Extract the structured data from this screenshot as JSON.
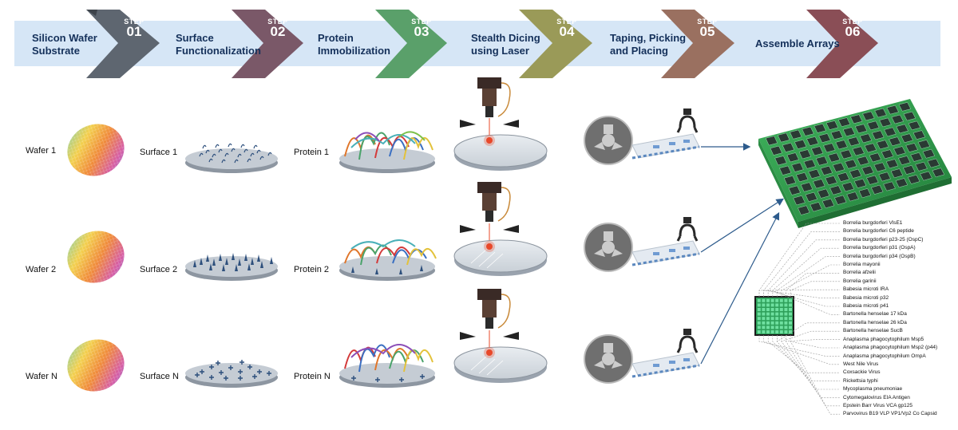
{
  "steps": [
    {
      "tag": "STEP",
      "num": "01",
      "label_1": "Silicon Wafer",
      "label_2": "Substrate",
      "color": "#5e6670"
    },
    {
      "tag": "STEP",
      "num": "02",
      "label_1": "Surface",
      "label_2": "Functionalization",
      "color": "#7a5868"
    },
    {
      "tag": "STEP",
      "num": "03",
      "label_1": "Protein",
      "label_2": "Immobilization",
      "color": "#5aa06a"
    },
    {
      "tag": "STEP",
      "num": "04",
      "label_1": "Stealth Dicing",
      "label_2": "using Laser",
      "color": "#9a9a58"
    },
    {
      "tag": "STEP",
      "num": "05",
      "label_1": "Taping, Picking",
      "label_2": "and Placing",
      "color": "#9a7060"
    },
    {
      "tag": "STEP",
      "num": "06",
      "label_1": "Assemble Arrays",
      "label_2": "",
      "color": "#8a4e56"
    }
  ],
  "rows": [
    {
      "wafer": "Wafer 1",
      "surface": "Surface 1",
      "protein": "Protein 1"
    },
    {
      "wafer": "Wafer 2",
      "surface": "Surface 2",
      "protein": "Protein 2"
    },
    {
      "wafer": "Wafer N",
      "surface": "Surface N",
      "protein": "Protein N"
    }
  ],
  "antigens": [
    "Borrelia burgdorferi VlsE1",
    "Borrelia burgdorferi C6 peptide",
    "Borrelia burgdorferi p23-25 (OspC)",
    "Borrelia burgdorferi p31 (OspA)",
    "Borrelia burgdorferi p34 (OspB)",
    "Borrelia mayonii",
    "Borrelia afzelii",
    "Borrelia garinii",
    "Babesia microti IRA",
    "Babesia microti p32",
    "Babesia microti p41",
    "Bartonella henselae 17 kDa",
    "Bartonella henselae 26 kDa",
    "Bartonella henselae SucB",
    "Anaplasma phagocytophilum Msp5",
    "Anaplasma phagocytophilum Msp2 (p44)",
    "Anaplasma phagocytophilum OmpA",
    "West Nile Virus",
    "Coxsackie Virus",
    "Rickettsia typhi",
    "Mycoplasma pneumoniae",
    "Cytomegalovirus EIA Antigen",
    "Epstein Barr Virus VCA gp125",
    "Parvovirus B19 VLP VP1/Vp2 Co Capsid"
  ],
  "colors": {
    "banner": "#d6e6f6",
    "title_text": "#14305a",
    "disk": "#9aa3ae",
    "surface_marks": "#2d4f7c",
    "arrow": "#2d5b8c",
    "laser": "#e8482a",
    "board": "#2f9a4a"
  },
  "icons": [
    "silicon-wafer-icon",
    "functionalized-surface-icon",
    "protein-layer-icon",
    "laser-head-icon",
    "tape-reel-icon",
    "gripper-icon",
    "array-plate-icon",
    "chip-icon"
  ]
}
